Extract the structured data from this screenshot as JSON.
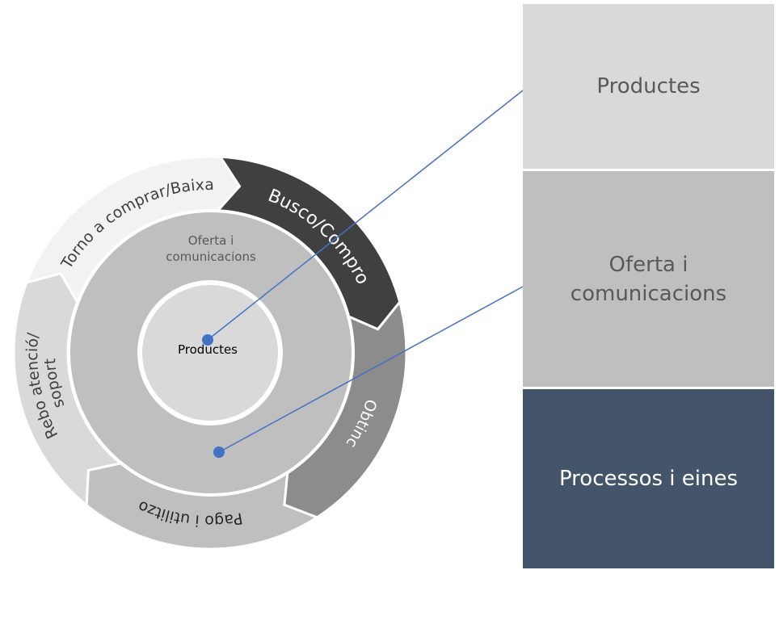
{
  "cycle": {
    "stages": [
      {
        "label": "Busco/Compro",
        "color": "#404040",
        "text_color": "#ffffff"
      },
      {
        "label": "Obtinc",
        "color": "#8c8c8c",
        "text_color": "#ffffff"
      },
      {
        "label": "Pago i utilitzo",
        "color": "#bfbfbf",
        "text_color": "#262626"
      },
      {
        "label": "Rebo atenció/ soport",
        "lines": [
          "Rebo atenció/",
          "soport"
        ],
        "color": "#d9d9d9",
        "text_color": "#404040"
      },
      {
        "label": "Torno a comprar/Baixa",
        "color": "#f2f2f2",
        "text_color": "#404040"
      }
    ],
    "middle_ring": {
      "label_lines": [
        "Oferta i",
        "comunicacions"
      ],
      "color": "#bfbfbf"
    },
    "core": {
      "label": "Productes",
      "color": "#d9d9d9"
    },
    "connector_color": "#4472c4"
  },
  "legend": [
    {
      "label": "Productes",
      "color": "#d9d9d9",
      "text_color": "#595959"
    },
    {
      "label_lines": [
        "Oferta i",
        "comunicacions"
      ],
      "color": "#bfbfbf",
      "text_color": "#595959"
    },
    {
      "label": "Processos i eines",
      "color": "#44546a",
      "text_color": "#ffffff"
    }
  ]
}
